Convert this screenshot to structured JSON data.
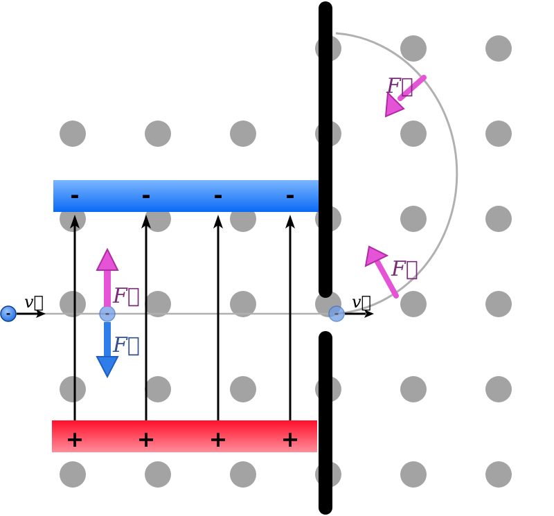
{
  "diagram": {
    "labels": {
      "velocity": "v⃗",
      "force": "F⃗",
      "minus": "-",
      "plus": "+"
    },
    "colors": {
      "background": "#ffffff",
      "field_dot": "#a3a3a3",
      "negative_plate_top": "#7ab6ff",
      "negative_plate_bottom": "#0a6af5",
      "positive_plate_top": "#ff0f2a",
      "positive_plate_bottom": "#ff8e9b",
      "barrier": "#000000",
      "field_line": "#000000",
      "trajectory": "#b0b0b0",
      "electron": "#1f6fe0",
      "electron_faded": "#6f9de6",
      "electric_force": "#2f7de8",
      "magnetic_force": "#e553d6",
      "magnetic_label": "#7a2a7a",
      "electric_label": "#2f4f8f"
    },
    "field_symbol": "dot (out of page)",
    "electron_sign": "-"
  }
}
